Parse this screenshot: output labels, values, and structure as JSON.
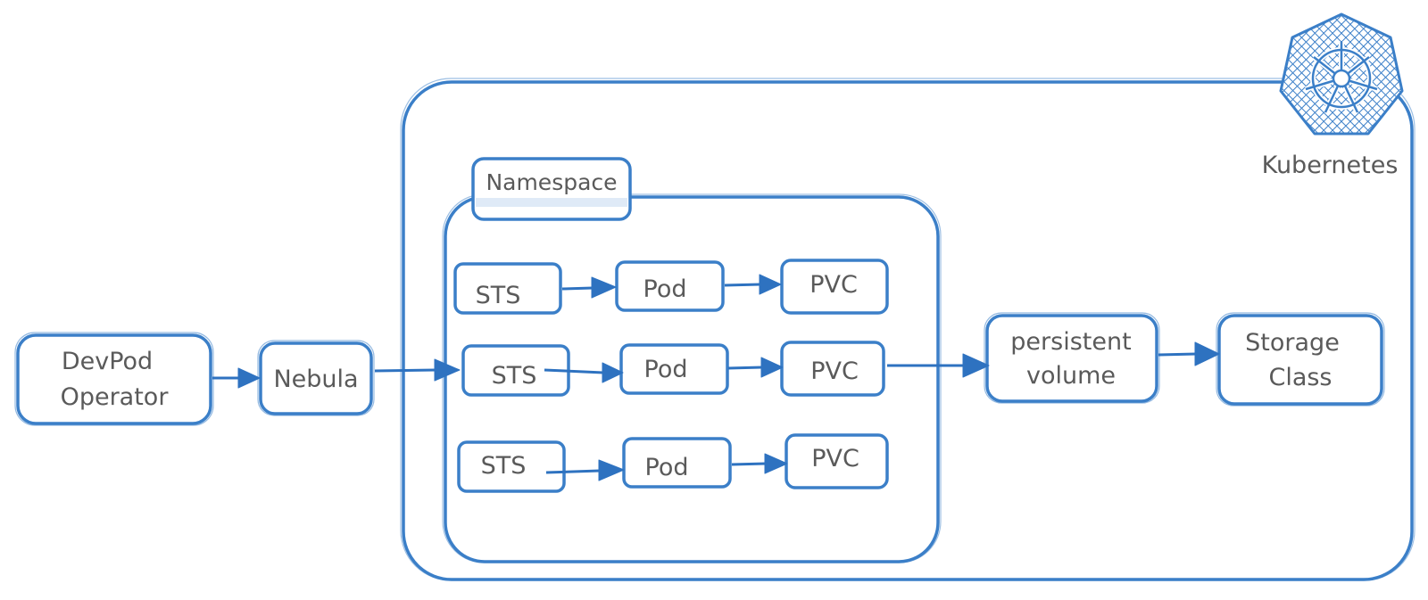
{
  "kubernetes": {
    "label": "Kubernetes"
  },
  "namespace": {
    "label": "Namespace"
  },
  "nodes": {
    "devpod_operator": {
      "line1": "DevPod",
      "line2": "Operator"
    },
    "nebula": {
      "label": "Nebula"
    },
    "sts_1": {
      "label": "STS"
    },
    "sts_2": {
      "label": "STS"
    },
    "sts_3": {
      "label": "STS"
    },
    "pod_1": {
      "label": "Pod"
    },
    "pod_2": {
      "label": "Pod"
    },
    "pod_3": {
      "label": "Pod"
    },
    "pvc_1": {
      "label": "PVC"
    },
    "pvc_2": {
      "label": "PVC"
    },
    "pvc_3": {
      "label": "PVC"
    },
    "persistent_volume": {
      "line1": "persistent",
      "line2": "volume"
    },
    "storage_class": {
      "line1": "Storage",
      "line2": "Class"
    }
  },
  "colors": {
    "stroke": "#3b7fc8",
    "arrow": "#2e72c0",
    "text": "#5a5a5a"
  },
  "icons": {
    "kubernetes": "kubernetes-helm-wheel-icon"
  }
}
